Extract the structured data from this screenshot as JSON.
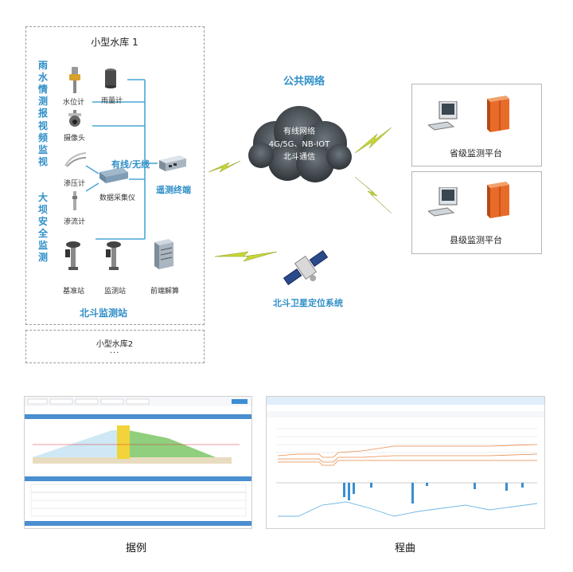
{
  "reservoir1": {
    "title": "小型水库 1",
    "side_labels": {
      "rain_water": "雨水情测报",
      "video": "视频监视",
      "dam_safety": "大坝安全监测"
    },
    "devices": {
      "water_level": "水位计",
      "rain_gauge": "雨量计",
      "camera": "摄像头",
      "osmometer": "渗压计",
      "collector": "数据采集仪",
      "seepage": "渗流计",
      "base_station": "基准站",
      "monitor_station": "监测站",
      "frontend": "前端解算"
    },
    "wired_wireless": "有线/无线",
    "rtu": "遥测终端",
    "beidou_station": "北斗监测站"
  },
  "reservoir2": {
    "title": "小型水库2",
    "ellipsis": "..."
  },
  "network": {
    "public": "公共网络",
    "cloud_lines": [
      "有线网络",
      "4G/5G、NB-IOT",
      "北斗通信"
    ]
  },
  "satellite": {
    "label": "北斗卫星定位系统"
  },
  "platforms": {
    "province": "省级监测平台",
    "county": "县级监测平台"
  },
  "captions": {
    "left": "据例",
    "right": "程曲"
  },
  "colors": {
    "accent": "#2f8fc8",
    "cable": "#4aa6d6",
    "cabinet": "#e86b2a",
    "lightning": "#c8d63a"
  }
}
